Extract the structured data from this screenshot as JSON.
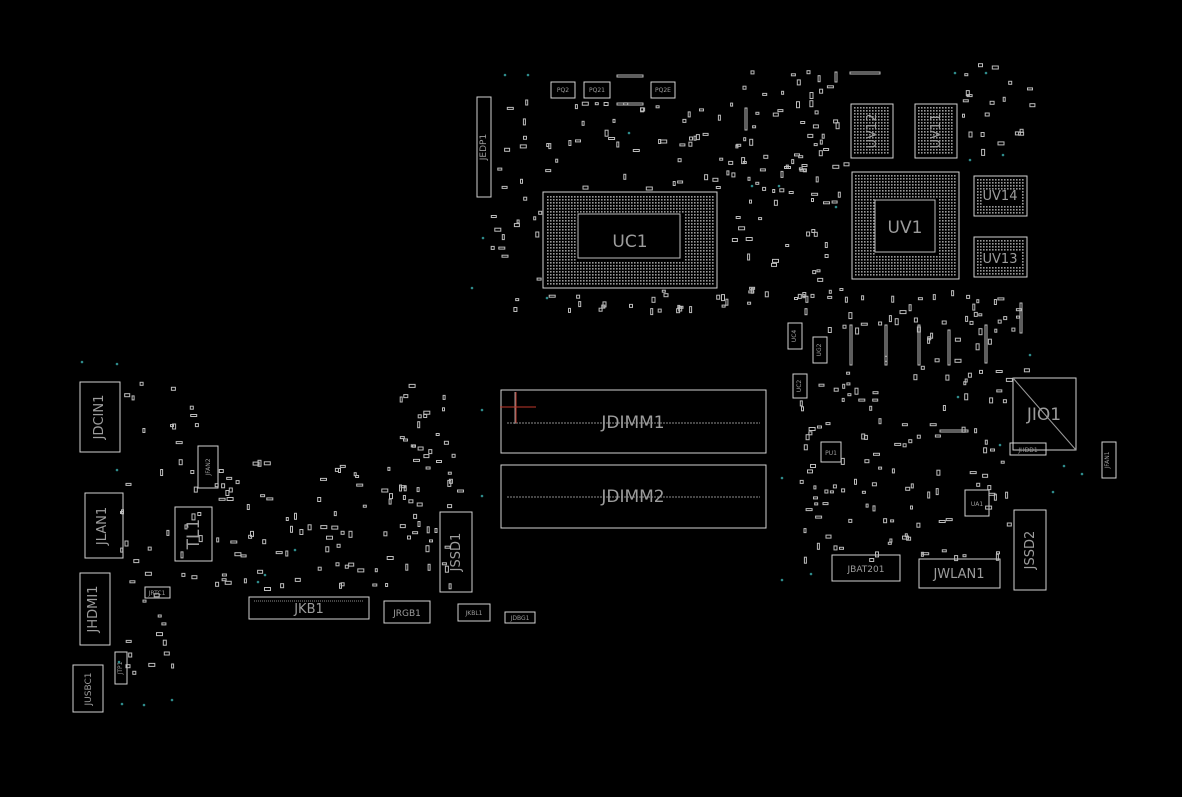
{
  "components": {
    "uc1": "UC1",
    "uv1": "UV1",
    "uv11": "UV11",
    "uv12": "UV12",
    "uv13": "UV13",
    "uv14": "UV14",
    "jdimm1": "JDIMM1",
    "jdimm2": "JDIMM2",
    "jio1": "JIO1",
    "jssd1": "JSSD1",
    "jssd2": "JSSD2",
    "jkb1": "JKB1",
    "jrgb1": "JRGB1",
    "jkbl1": "JKBL1",
    "jdbg1": "JDBG1",
    "jbat201": "JBAT201",
    "jwlan1": "JWLAN1",
    "jhdd1": "JHDD1",
    "jfan1": "JFAN1",
    "jfan2": "JFAN2",
    "jdcin1": "JDCIN1",
    "jlan1": "JLAN1",
    "jhdmi1": "JHDMI1",
    "jusbc1": "JUSBC1",
    "jtp1": "JTP1",
    "jrtc1": "JRTC1",
    "jedp1": "JEDP1",
    "tl1": "TL1",
    "uc2": "UC2",
    "uc4": "UC4",
    "ug2": "UG2",
    "ua1": "UA1",
    "pu1": "PU1",
    "pq2": "PQ2",
    "pq21": "PQ21",
    "pq2e": "PQ2E"
  }
}
